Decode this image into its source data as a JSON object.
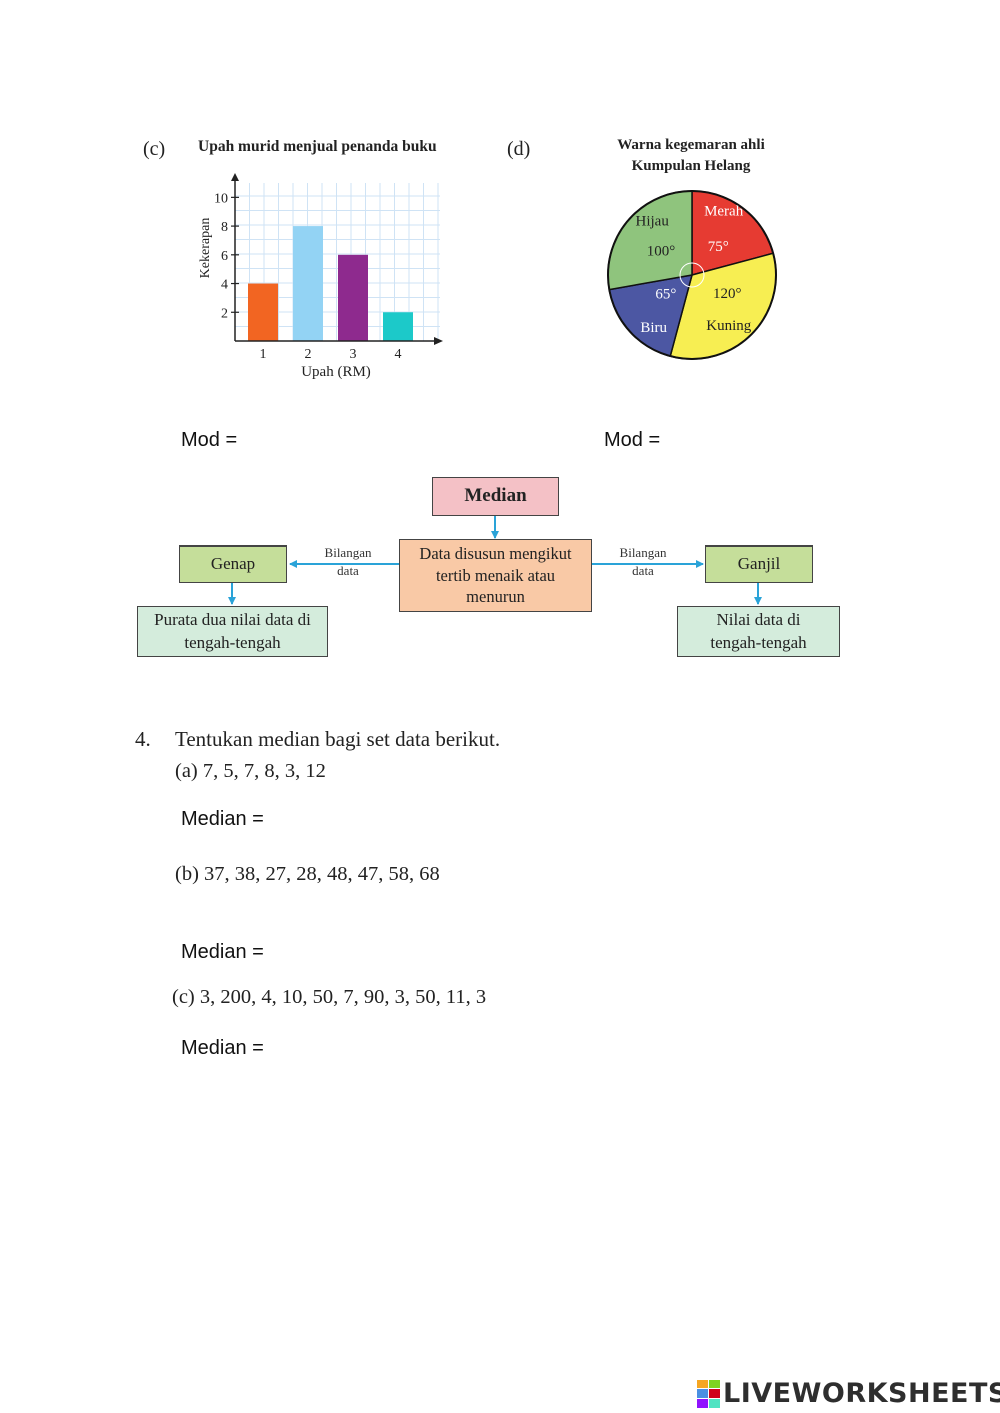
{
  "bar_section": {
    "label": "(c)",
    "title": "Upah murid menjual penanda buku",
    "ylabel": "Kekerapan",
    "xlabel": "Upah (RM)"
  },
  "pie_section": {
    "label": "(d)",
    "title_line1": "Warna kegemaran ahli",
    "title_line2": "Kumpulan Helang"
  },
  "chart_data": [
    {
      "type": "bar",
      "title": "Upah murid menjual penanda buku",
      "xlabel": "Upah (RM)",
      "ylabel": "Kekerapan",
      "categories": [
        "1",
        "2",
        "3",
        "4"
      ],
      "values": [
        4,
        8,
        6,
        2
      ],
      "colors": [
        "#f26522",
        "#93d3f4",
        "#8e2a8e",
        "#1cc9c9"
      ],
      "yticks": [
        "2",
        "4",
        "6",
        "8",
        "10"
      ],
      "ylim": [
        0,
        11
      ],
      "grid": true
    },
    {
      "type": "pie",
      "title": "Warna kegemaran ahli Kumpulan Helang",
      "slices": [
        {
          "label": "Merah",
          "angle_label": "75°",
          "degrees": 75,
          "color": "#e63b32"
        },
        {
          "label": "Kuning",
          "angle_label": "120°",
          "degrees": 120,
          "color": "#f7ee52"
        },
        {
          "label": "Biru",
          "angle_label": "65°",
          "degrees": 65,
          "color": "#4c57a3"
        },
        {
          "label": "Hijau",
          "angle_label": "100°",
          "degrees": 100,
          "color": "#8fc47d"
        }
      ]
    }
  ],
  "answers": {
    "mod_left": "Mod =",
    "mod_right": "Mod ="
  },
  "flowchart": {
    "median": "Median",
    "center_line1": "Data disusun mengikut",
    "center_line2": "tertib menaik atau",
    "center_line3": "menurun",
    "left_label_line1": "Bilangan",
    "left_label_line2": "data",
    "right_label_line1": "Bilangan",
    "right_label_line2": "data",
    "genap": "Genap",
    "ganjil": "Ganjil",
    "genap_result_line1": "Purata dua nilai data di",
    "genap_result_line2": "tengah-tengah",
    "ganjil_result_line1": "Nilai data di",
    "ganjil_result_line2": "tengah-tengah",
    "colors": {
      "arrow": "#2aa3d8"
    }
  },
  "question4": {
    "number": "4.",
    "text": "Tentukan median bagi set data berikut.",
    "a": "(a) 7, 5, 7, 8, 3, 12",
    "b": "(b) 37, 38, 27, 28, 48, 47, 58, 68",
    "c": "(c) 3, 200, 4, 10, 50, 7, 90, 3, 50, 11, 3",
    "median_a": "Median =",
    "median_b": "Median =",
    "median_c": "Median ="
  },
  "footer": {
    "brand": "LIVEWORKSHEETS",
    "logo_icon": "liveworksheets-logo-icon"
  }
}
